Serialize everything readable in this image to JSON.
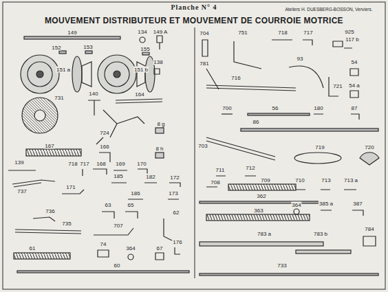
{
  "diagram": {
    "title": "MOUVEMENT DISTRIBUTEUR ET MOUVEMENT DE COURROIE MOTRICE",
    "labels": [
      "Planche N° 4",
      "Ateliers H. DUESBERG-BOSSON, Verviers.",
      "149",
      "134",
      "149 A",
      "152",
      "153",
      "155",
      "138",
      "151 a",
      "151 b",
      "140",
      "164",
      "731",
      "724",
      "8 g",
      "167",
      "166",
      "8 h",
      "139",
      "718",
      "717",
      "168",
      "169",
      "170",
      "185",
      "182",
      "172",
      "171",
      "737",
      "186",
      "173",
      "63",
      "65",
      "736",
      "62",
      "735",
      "707",
      "74",
      "176",
      "61",
      "364",
      "67",
      "60",
      "704",
      "751",
      "718",
      "717",
      "925",
      "117 b",
      "781",
      "93",
      "54",
      "716",
      "54 a",
      "721",
      "700",
      "56",
      "180",
      "87",
      "86",
      "703",
      "719",
      "720",
      "711",
      "712",
      "708",
      "709",
      "710",
      "713",
      "713 a",
      "362",
      "364",
      "385 a",
      "387",
      "363",
      "783 a",
      "783 b",
      "784",
      "733"
    ]
  }
}
